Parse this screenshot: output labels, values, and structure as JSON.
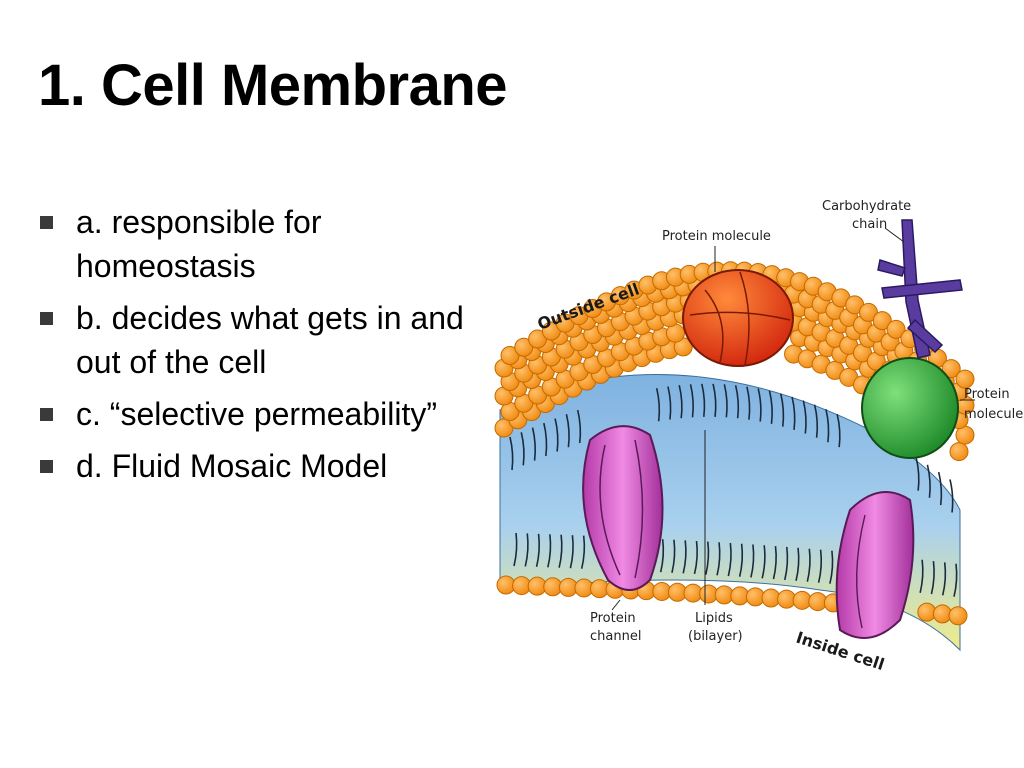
{
  "slide": {
    "title": "1. Cell Membrane",
    "bullets": [
      {
        "text": "a. responsible for homeostasis"
      },
      {
        "text": "b. decides what gets in and out of the cell"
      },
      {
        "text": "c. “selective permeability”"
      },
      {
        "text": "d. Fluid Mosaic Model"
      }
    ]
  },
  "diagram": {
    "labels": {
      "carbohydrate_chain_line1": "Carbohydrate",
      "carbohydrate_chain_line2": "chain",
      "protein_molecule_top": "Protein molecule",
      "outside_cell": "Outside cell",
      "protein_molecule_right_line1": "Protein",
      "protein_molecule_right_line2": "molecule",
      "protein_channel_line1": "Protein",
      "protein_channel_line2": "channel",
      "lipids_line1": "Lipids",
      "lipids_line2": "(bilayer)",
      "inside_cell": "Inside cell"
    },
    "colors": {
      "lipid_head": "#f7931e",
      "lipid_head_edge": "#c46a00",
      "membrane_top": "#9ec3e8",
      "membrane_bottom": "#f2ed8c",
      "protein_top": "#e8401c",
      "protein_green": "#3cb043",
      "channel_pink": "#d65ac8",
      "carbohydrate": "#5a3ca0"
    }
  }
}
